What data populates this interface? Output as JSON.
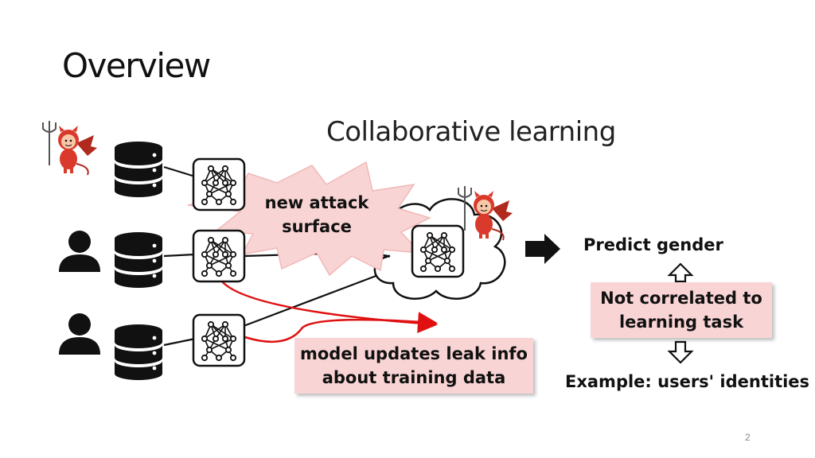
{
  "slide": {
    "title": "Overview",
    "subtitle": "Collaborative learning",
    "page_number": "2"
  },
  "diagram": {
    "burst_label_line1": "new attack",
    "burst_label_line2": "surface",
    "leak_box_line1": "model updates leak info",
    "leak_box_line2": "about training data",
    "predict_label": "Predict gender",
    "not_correlated_line1": "Not correlated to",
    "not_correlated_line2": "learning task",
    "example_label": "Example: users' identities",
    "icons": [
      "devil-icon",
      "user-icon",
      "database-icon",
      "neural-network-icon",
      "cloud-icon",
      "arrow-right-icon",
      "double-arrow-icon"
    ],
    "colors": {
      "pink_box": "#f9d4d4",
      "red_arrow": "#e01010",
      "devil_red": "#d93a2b"
    }
  }
}
